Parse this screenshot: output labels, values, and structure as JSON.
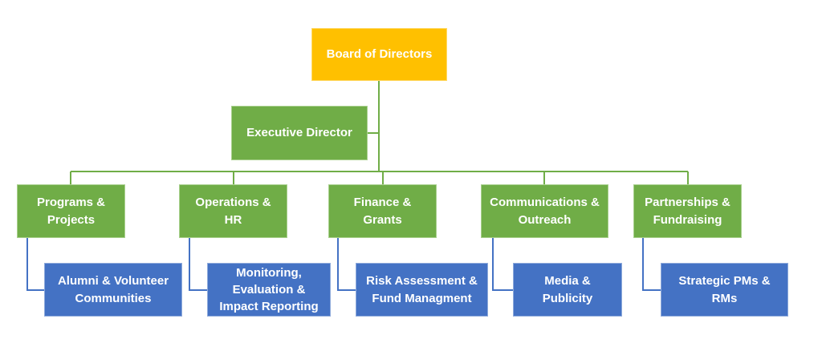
{
  "chart": {
    "title": "Organization Chart",
    "board": {
      "label": "Board of Directors",
      "color": "#ffc000"
    },
    "executive": {
      "label": "Executive Director",
      "color": "#70ad47"
    },
    "departments": [
      {
        "label": "Programs &\nProjects",
        "sub": "Alumni & Volunteer\nCommunities"
      },
      {
        "label": "Operations &\nHR",
        "sub": "Monitoring,\nEvaluation &\nImpact Reporting"
      },
      {
        "label": "Finance &\nGrants",
        "sub": "Risk Assessment &\nFund Managment"
      },
      {
        "label": "Communications &\nOutreach",
        "sub": "Media &\nPublicity"
      },
      {
        "label": "Partnerships &\nFundraising",
        "sub": "Strategic PMs &\nRMs"
      }
    ],
    "colors": {
      "department": "#70ad47",
      "sub_unit": "#4472c4",
      "connector_main": "#70ad47",
      "connector_sub": "#4472c4"
    }
  }
}
